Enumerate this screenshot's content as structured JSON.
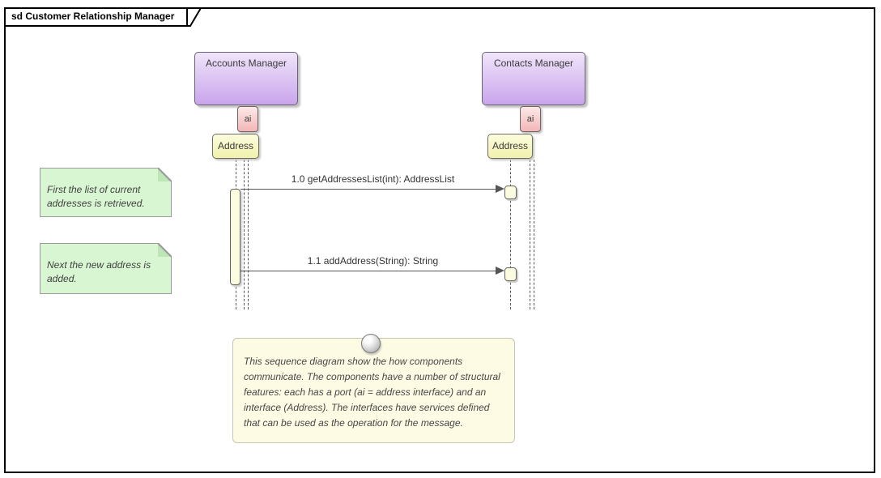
{
  "frame": {
    "title": "sd Customer Relationship Manager"
  },
  "participants": [
    {
      "component": "Accounts Manager",
      "port": "ai",
      "interface": "Address"
    },
    {
      "component": "Contacts Manager",
      "port": "ai",
      "interface": "Address"
    }
  ],
  "messages": [
    {
      "label": "1.0 getAddressesList(int): AddressList"
    },
    {
      "label": "1.1 addAddress(String): String"
    }
  ],
  "notes": [
    {
      "text": "First the list of current addresses is retrieved."
    },
    {
      "text": "Next the new address is added."
    }
  ],
  "doc_note": {
    "text": "This sequence diagram show the how components communicate. The components have a number of structural features: each has a port (ai = address interface) and an interface (Address). The interfaces have services defined that can be used as the operation for the message."
  },
  "colors": {
    "component_fill_top": "#f0e5fa",
    "component_fill_bottom": "#c9a5ec",
    "port_fill": "#f3b6b6",
    "interface_fill": "#f1f1ac",
    "activation_fill": "#fcfce1",
    "note_fill": "#d9f6d3",
    "doc_note_fill": "#fdfbe3",
    "line_color": "#555555",
    "frame_border": "#000000"
  }
}
